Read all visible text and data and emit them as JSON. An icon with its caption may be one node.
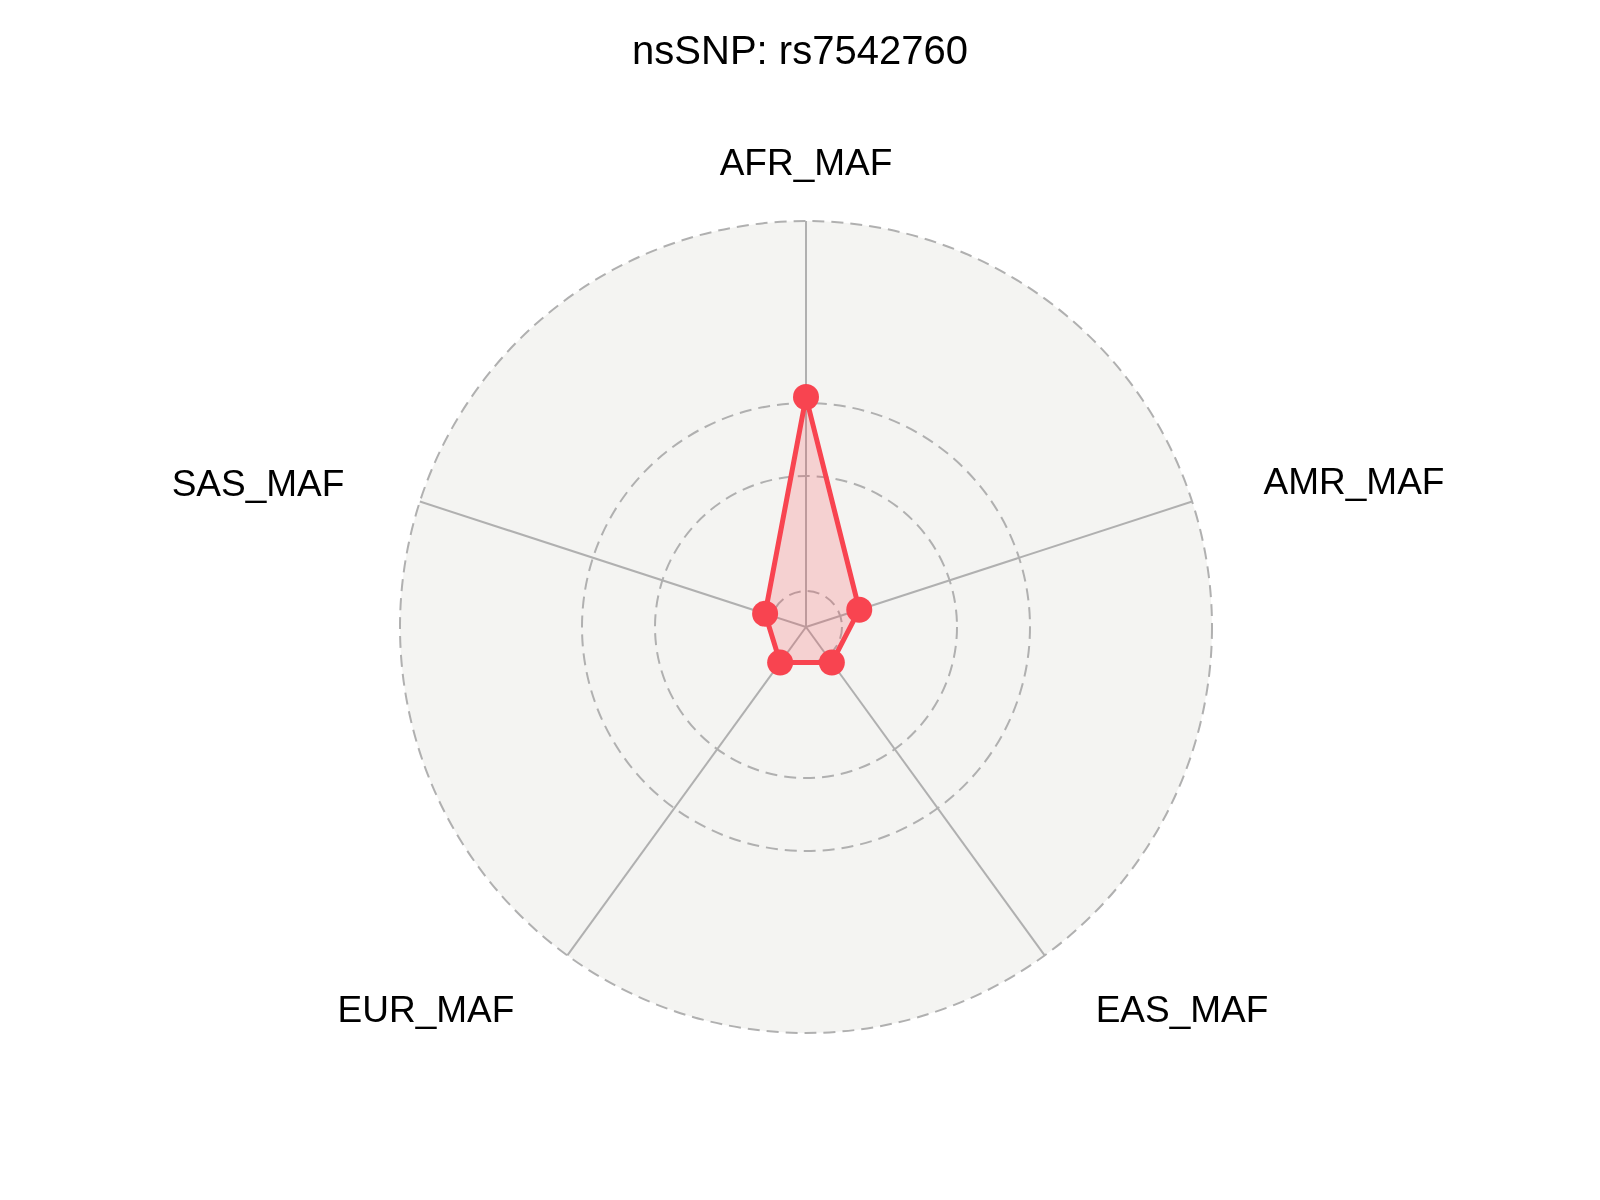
{
  "diagram": {
    "title": "nsSNP: rs7542760",
    "labels": [
      "AFR_MAF",
      "AMR_MAF",
      "EAS_MAF",
      "EUR_MAF",
      "SAS_MAF"
    ]
  }
}
